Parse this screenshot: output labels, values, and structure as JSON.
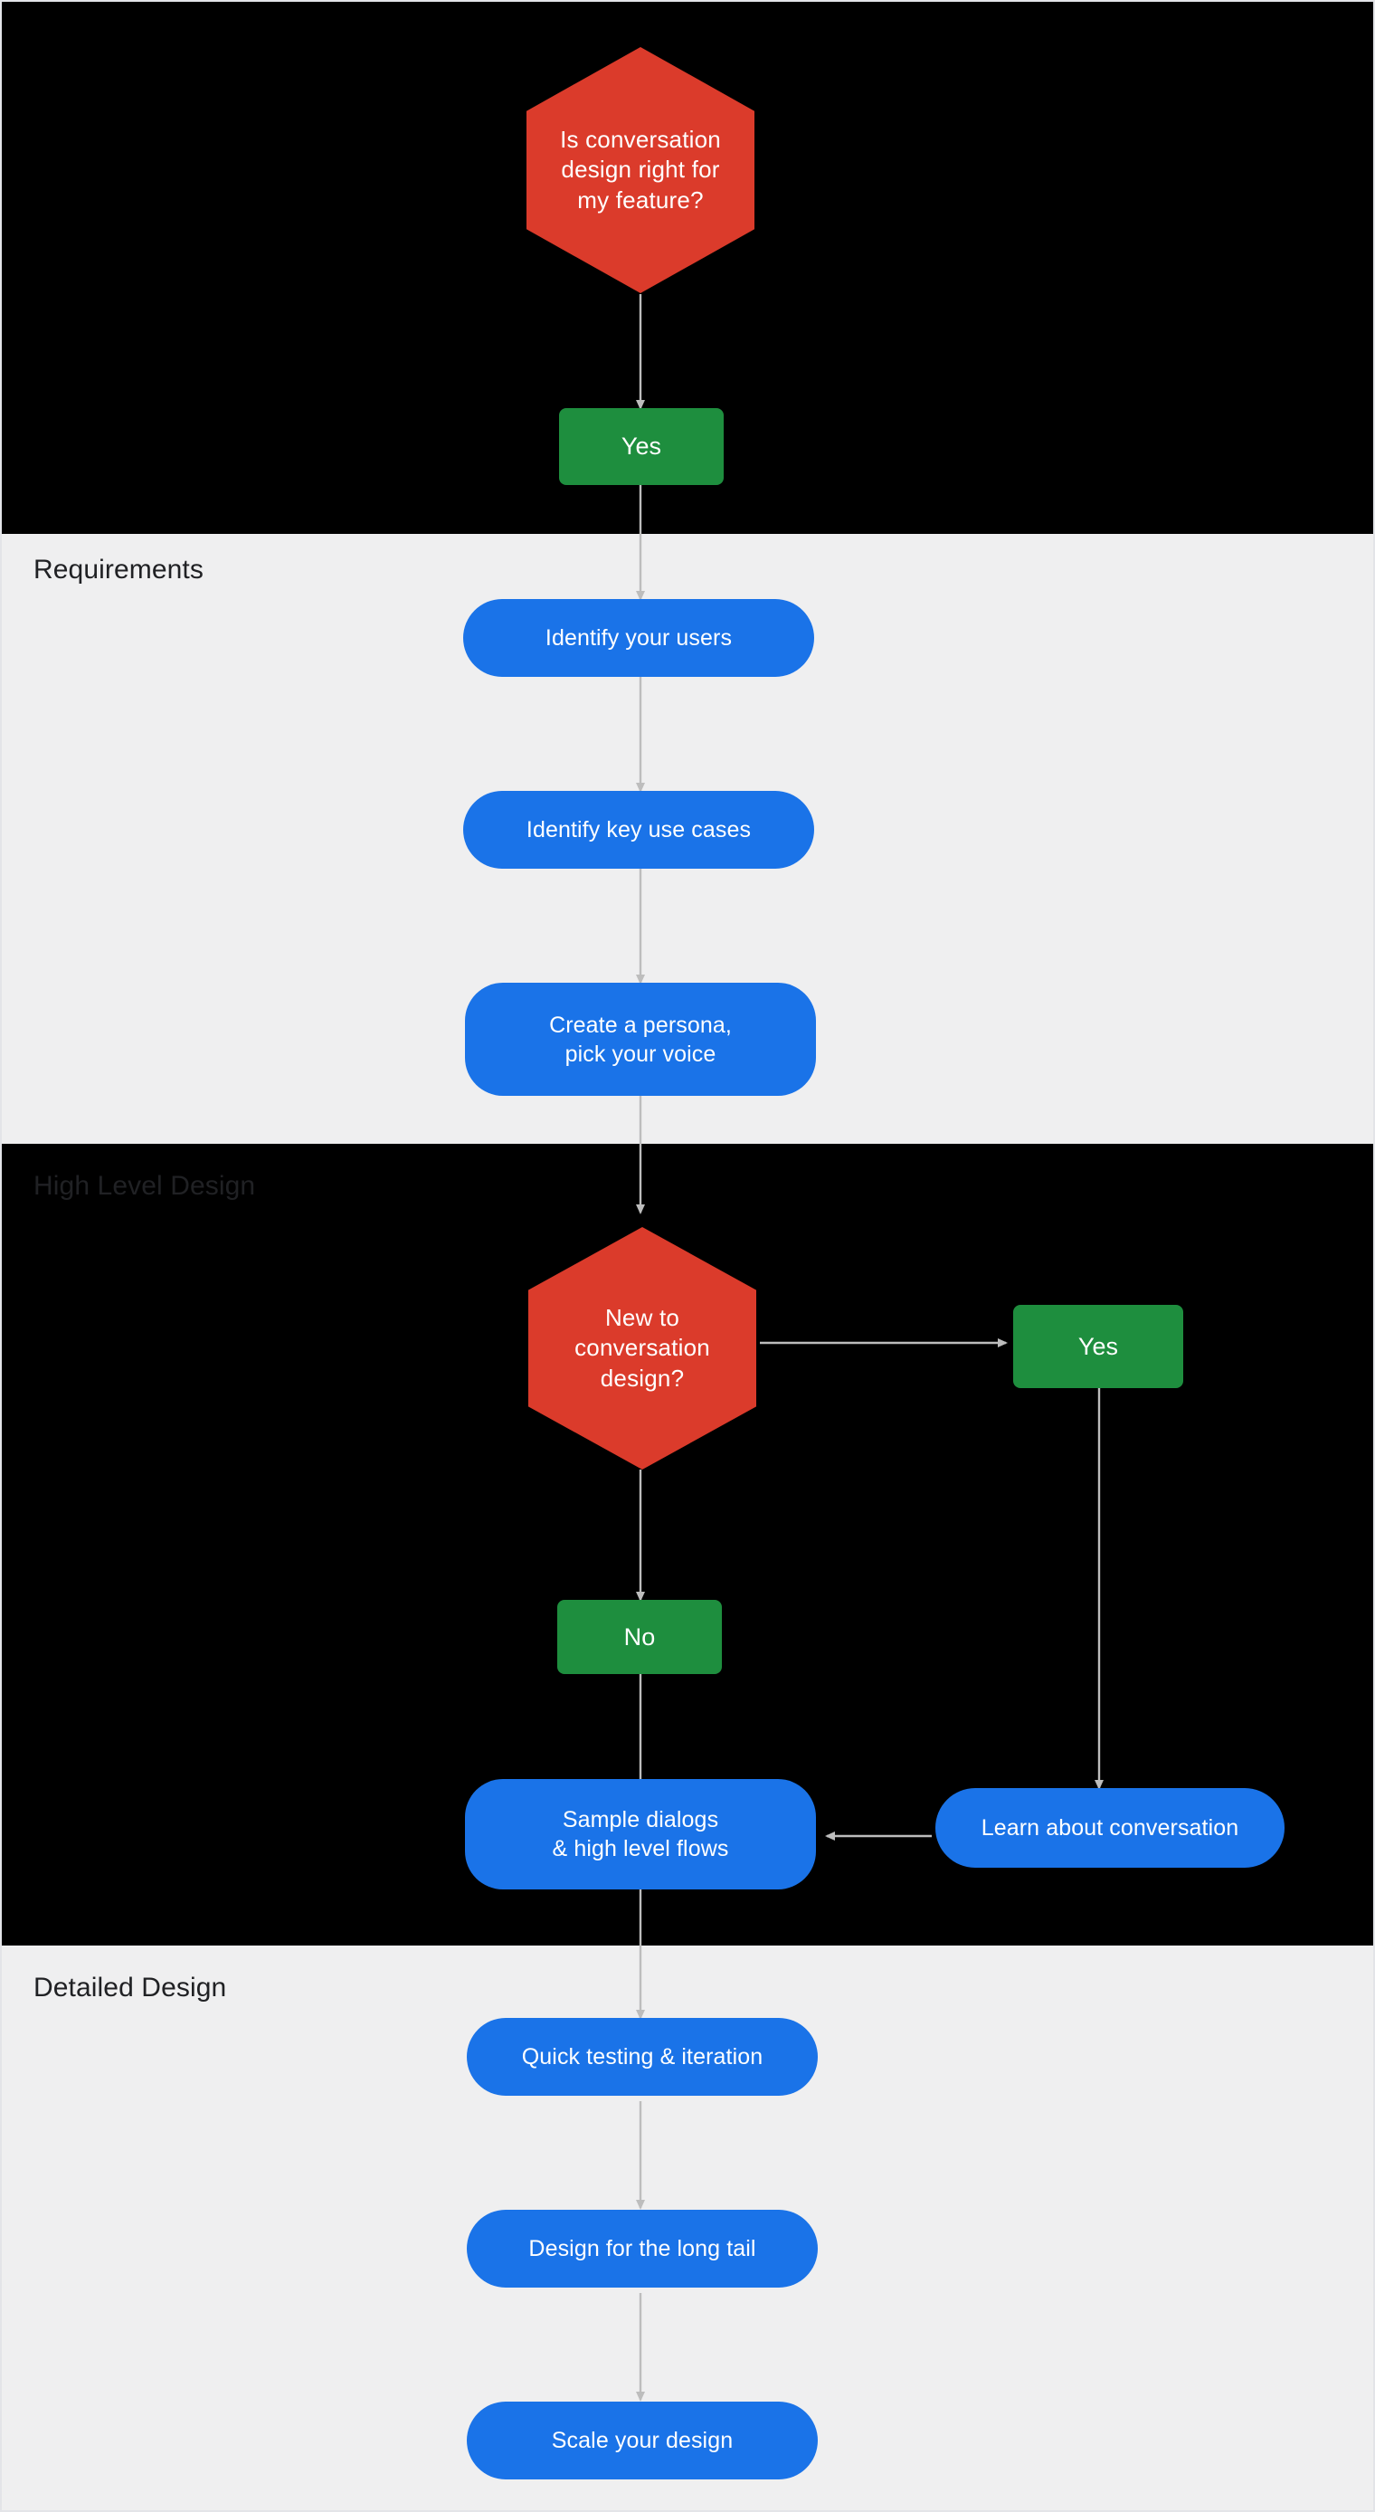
{
  "page": {
    "title": "Is conversation design right for my feature?",
    "background_light": "#efeff0",
    "background_dark": "#000000",
    "accent_blue": "#1a73e8",
    "accent_green": "#1e8e3e",
    "accent_red": "#db3b2b",
    "connector_color": "#bdbdbd"
  },
  "sections": [
    {
      "id": "intro",
      "label": "",
      "theme": "dark"
    },
    {
      "id": "requirements",
      "label": "Requirements",
      "theme": "light"
    },
    {
      "id": "high-level",
      "label": "High Level Design",
      "theme": "dark"
    },
    {
      "id": "detailed",
      "label": "Detailed Design",
      "theme": "light"
    }
  ],
  "nodes": {
    "decision_right_for_feature": "Is conversation design right for my feature?",
    "decision_right_for_feature_lines": [
      "Is conversation",
      "design right for",
      "my feature?"
    ],
    "yes_top": "Yes",
    "identify_users": "Identify your users",
    "identify_use_cases": "Identify key use cases",
    "create_persona_lines": [
      "Create a persona,",
      "pick your voice"
    ],
    "decision_new_to_cd_lines": [
      "New to",
      "conversation",
      "design?"
    ],
    "yes_branch": "Yes",
    "no_branch": "No",
    "sample_dialogs_lines": [
      "Sample dialogs",
      "& high level flows"
    ],
    "learn_about_conversation": "Learn about conversation",
    "quick_testing": "Quick testing & iteration",
    "design_long_tail": "Design for the long tail",
    "scale_design": "Scale your design"
  }
}
